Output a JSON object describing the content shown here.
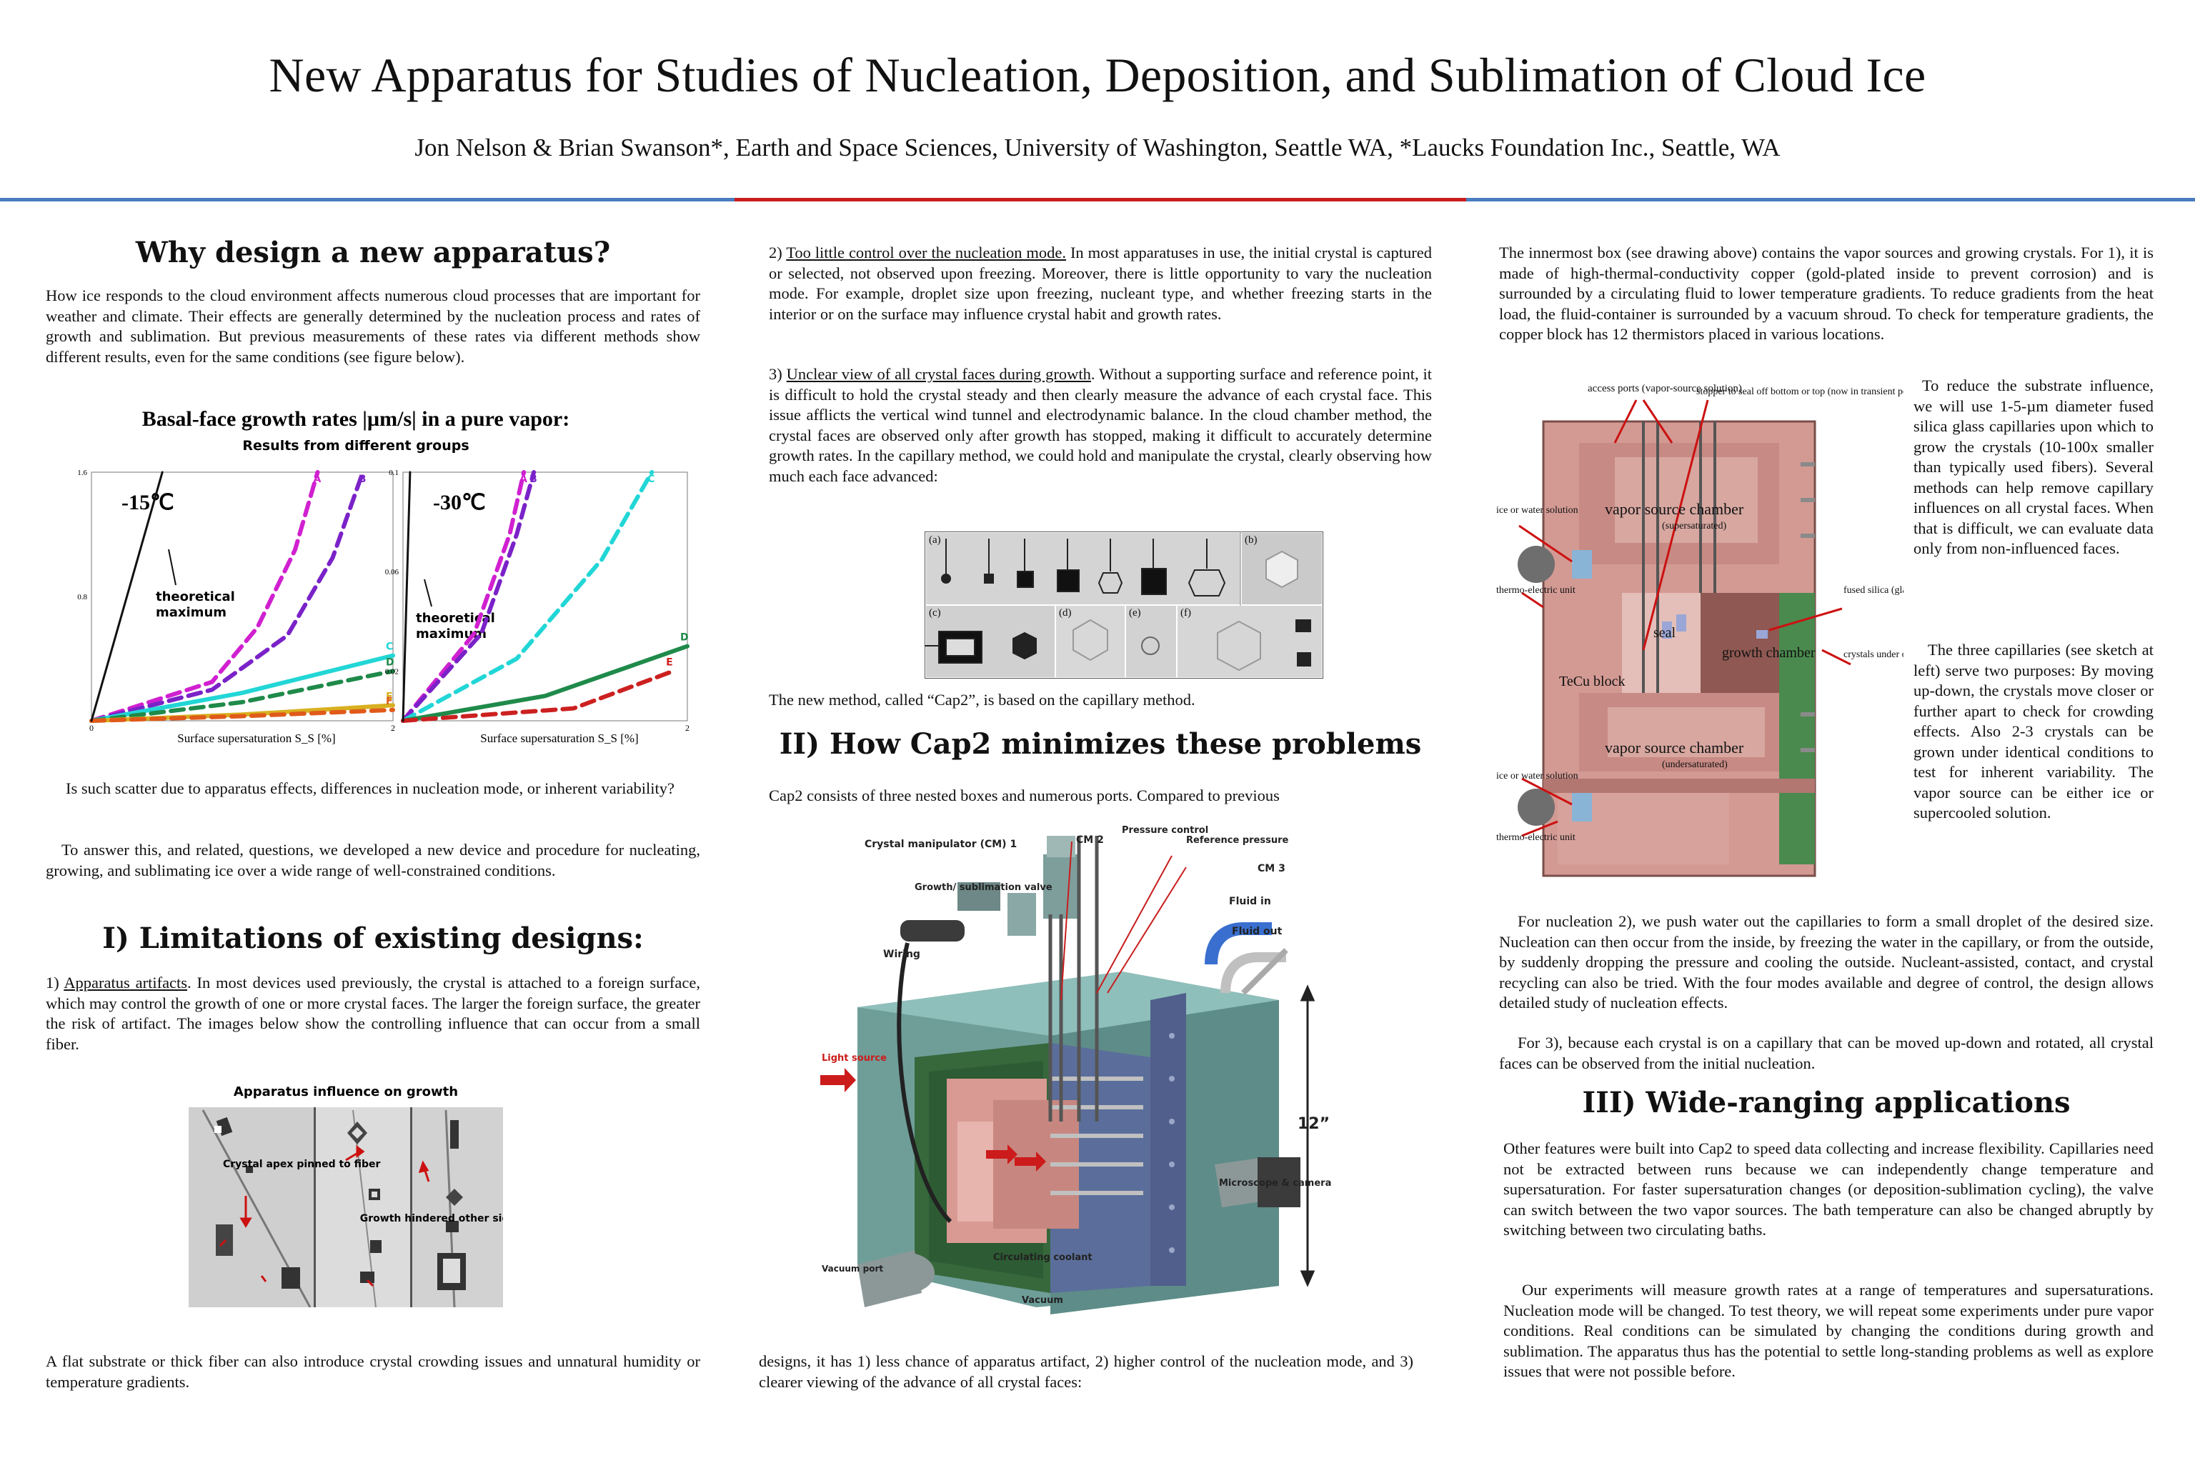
{
  "header": {
    "title": "New Apparatus for Studies of Nucleation, Deposition, and Sublimation of Cloud Ice",
    "authors": "Jon Nelson & Brian Swanson*, Earth and Space Sciences, University of Washington, Seattle WA, *Laucks Foundation Inc., Seattle, WA"
  },
  "colors": {
    "rule_blue": "#4a7cc0",
    "rule_red": "#c81d1d",
    "copper": "#d89a92",
    "teal": "#6e9e9a"
  },
  "col1": {
    "h1": "Why design a new apparatus?",
    "p1": "How ice responds to the cloud environment affects numerous cloud processes that are important for weather and climate. Their effects are generally determined by the nucleation process and rates of growth and sublimation. But previous measurements of these rates via different methods show different results, even for the same conditions (see figure below).",
    "p2": "Is such scatter due to apparatus effects, differences in nucleation mode, or inherent variability?",
    "p3": "To answer this, and related, questions, we developed a new device and procedure for nucleating, growing, and sublimating ice over a wide range of well-constrained conditions.",
    "h2": "I) Limitations of existing designs:",
    "p4_lead": "1) ",
    "p4_u": "Apparatus artifacts",
    "p4_rest": ". In most devices used previously, the crystal is attached to a foreign surface, which may control the growth of one or more crystal faces. The larger the foreign surface, the greater the risk of artifact. The images below show the controlling influence that can occur from a small fiber.",
    "p5": "A flat substrate or thick fiber can also introduce crystal crowding issues and unnatural humidity or temperature gradients.",
    "fig_app": {
      "title": "Apparatus influence on growth",
      "label_a": "Crystal apex pinned to fiber",
      "label_b": "Growth hindered other side of fiber"
    }
  },
  "col2": {
    "p1_lead": "2) ",
    "p1_u": "Too little control over the nucleation mode.",
    "p1_rest": " In most apparatuses in use, the initial crystal is captured or selected, not observed upon freezing. Moreover, there is little opportunity to vary the nucleation mode. For example, droplet size upon freezing, nucleant type, and whether freezing starts in the interior or on the surface may influence crystal habit and growth rates.",
    "p2_lead": "3) ",
    "p2_u": "Unclear view of all crystal faces during growth",
    "p2_rest": ". Without a supporting surface and reference point, it is difficult to hold the crystal steady and then clearly measure the advance of each crystal face. This issue afflicts the vertical wind tunnel and electrodynamic balance. In the cloud chamber method, the crystal faces are observed only after growth has stopped, making it difficult to accurately determine growth rates. In the capillary method, we could hold and manipulate the crystal, clearly observing how much each face advanced:",
    "p3": "The new method, called “Cap2”, is based on the capillary method.",
    "h1": "II) How Cap2 minimizes these problems",
    "p4": "Cap2 consists of three nested boxes and numerous ports. Compared to previous",
    "p5": "designs, it has 1) less chance of apparatus artifact, 2) higher control of the nucleation mode, and 3) clearer viewing of the advance of all crystal faces:",
    "strip_labels": [
      "(a)",
      "(b)",
      "(c)",
      "(d)",
      "(e)",
      "(f)"
    ],
    "diagram": {
      "cm1": "Crystal manipulator (CM) 1",
      "cm2": "CM 2",
      "pc": "Pressure control",
      "rp": "Reference pressure",
      "cm3": "CM 3",
      "gv": "Growth/ sublimation valve",
      "fin": "Fluid in",
      "fout": "Fluid out",
      "wiring": "Wiring",
      "light": "Light source",
      "size": "12”",
      "micro": "Microscope & camera",
      "vport": "Vacuum port",
      "coolant": "Circulating coolant",
      "vacuum": "Vacuum"
    }
  },
  "col3": {
    "p1": "The innermost box (see drawing above) contains the vapor sources and growing crystals. For 1), it is made of high-thermal-conductivity copper (gold-plated inside to prevent corrosion) and is surrounded by a circulating fluid to lower temperature gradients. To reduce gradients from the heat load, the fluid-container is surrounded by a vacuum shroud. To check for temperature gradients, the copper block has 12 thermistors placed in various locations.",
    "side1": "To reduce the substrate influence, we will use 1-5-µm diameter fused silica glass capillaries upon which to grow the crystals (10-100x smaller than typically used fibers). Several methods can help remove capillary influences on all crystal faces. When that is difficult, we can evaluate data only from non-influenced faces.",
    "side2": "The three capillaries (see sketch at left) serve two purposes: By moving up-down, the crystals move closer or further apart to check for crowding effects. Also 2-3 crystals can be grown under identical conditions to test for inherent variability. The vapor source can be either ice or supercooled solution.",
    "p2": "For nucleation 2), we push water out the capillaries to form a small droplet of the desired size. Nucleation can then occur from the inside, by freezing the water in the capillary, or from the outside, by suddenly dropping the pressure and cooling the outside. Nucleant-assisted, contact, and crystal recycling can also be tried. With the four modes available and degree of control, the design allows detailed study of nucleation effects.",
    "p3": "For 3), because each crystal is on a capillary that can be moved up-down and rotated, all crystal faces can be observed from the initial nucleation.",
    "h1": "III) Wide-ranging applications",
    "p4": "Other features were built into Cap2 to speed data collecting and increase flexibility. Capillaries need not be extracted between runs because we can independently change temperature and supersaturation. For faster supersaturation changes (or deposition-sublimation cycling), the valve can switch between the two vapor sources. The bath temperature can also be changed abruptly by switching between two circulating baths.",
    "p5": "Our experiments will measure growth rates at a range of temperatures and supersaturations. Nucleation mode will be changed. To test theory, we will repeat some experiments under pure vapor conditions. Real conditions can be simulated by changing the conditions during growth and sublimation. The apparatus thus has the potential to settle long-standing problems as well as explore issues that were not possible before.",
    "chamber": {
      "access": "access ports (vapor-source solution)",
      "stopper": "stopper to seal off bottom or top (now in transient position)",
      "ice1": "ice or water solution",
      "thermo1": "thermo-electric unit",
      "vsc_top": "vapor source chamber",
      "vsc_top_sub": "(supersaturated)",
      "seal": "seal",
      "growth": "growth chamber",
      "tecu": "TeCu block",
      "fused": "fused silica (glass) capillaries",
      "crystals": "crystals under observation (exaggerated scale)",
      "vsc_bot": "vapor source chamber",
      "vsc_bot_sub": "(undersaturated)",
      "ice2": "ice or water solution",
      "thermo2": "thermo-electric unit"
    }
  },
  "chart_data": {
    "type": "line",
    "title": "Basal-face growth rates |µm/s| in a pure vapor:",
    "subtitle": "Results from different groups",
    "xlabel": "Surface supersaturation S_S [%]",
    "panels": [
      {
        "label": "-15℃",
        "ylim": [
          0,
          1.6
        ],
        "yticks": [
          "1.6",
          "0.8"
        ],
        "xlim": [
          0,
          2
        ],
        "xticks": [
          "0",
          "2"
        ],
        "annotation": "theoretical maximum",
        "series": [
          {
            "name": "A",
            "color": "#d020d0",
            "dash": true,
            "x": [
              0,
              0.8,
              1.1,
              1.35,
              1.5
            ],
            "y": [
              0,
              0.25,
              0.6,
              1.1,
              1.6
            ]
          },
          {
            "name": "B",
            "color": "#7a22c8",
            "dash": true,
            "x": [
              0,
              0.8,
              1.3,
              1.6,
              1.8
            ],
            "y": [
              0,
              0.2,
              0.55,
              1.05,
              1.6
            ]
          },
          {
            "name": "C",
            "color": "#22d6d6",
            "dash": false,
            "x": [
              0,
              1,
              2
            ],
            "y": [
              0,
              0.18,
              0.42
            ]
          },
          {
            "name": "D",
            "color": "#1f8a4a",
            "dash": true,
            "x": [
              0,
              1,
              2
            ],
            "y": [
              0,
              0.12,
              0.32
            ]
          },
          {
            "name": "E",
            "color": "#d8b020",
            "dash": false,
            "x": [
              0,
              1,
              2
            ],
            "y": [
              0,
              0.04,
              0.1
            ]
          },
          {
            "name": "F",
            "color": "#e05a1a",
            "dash": true,
            "x": [
              0,
              1,
              2
            ],
            "y": [
              0,
              0.03,
              0.07
            ]
          },
          {
            "name": "max",
            "color": "#111111",
            "dash": false,
            "x": [
              0,
              0.47
            ],
            "y": [
              0,
              1.6
            ]
          }
        ]
      },
      {
        "label": "-30℃",
        "ylim": [
          0,
          0.1
        ],
        "yticks": [
          "0.1",
          "0.06",
          "0.02"
        ],
        "xlim": [
          0,
          2
        ],
        "xticks": [
          "2"
        ],
        "annotation": "theoretical maximum",
        "series": [
          {
            "name": "A",
            "color": "#d020d0",
            "dash": true,
            "x": [
              0,
              0.5,
              0.75,
              0.85
            ],
            "y": [
              0,
              0.035,
              0.075,
              0.1
            ]
          },
          {
            "name": "B",
            "color": "#7a22c8",
            "dash": true,
            "x": [
              0,
              0.55,
              0.8,
              0.92
            ],
            "y": [
              0,
              0.035,
              0.075,
              0.1
            ]
          },
          {
            "name": "C",
            "color": "#22d6d6",
            "dash": true,
            "x": [
              0,
              0.8,
              1.4,
              1.75
            ],
            "y": [
              0,
              0.025,
              0.065,
              0.1
            ]
          },
          {
            "name": "D",
            "color": "#1f8a4a",
            "dash": false,
            "x": [
              0,
              1,
              2
            ],
            "y": [
              0,
              0.01,
              0.03
            ]
          },
          {
            "name": "E",
            "color": "#cc2020",
            "dash": true,
            "x": [
              0,
              1.2,
              1.9
            ],
            "y": [
              0,
              0.005,
              0.02
            ]
          },
          {
            "name": "max",
            "color": "#111111",
            "dash": false,
            "x": [
              0,
              0.05
            ],
            "y": [
              0,
              0.1
            ]
          }
        ]
      }
    ]
  }
}
